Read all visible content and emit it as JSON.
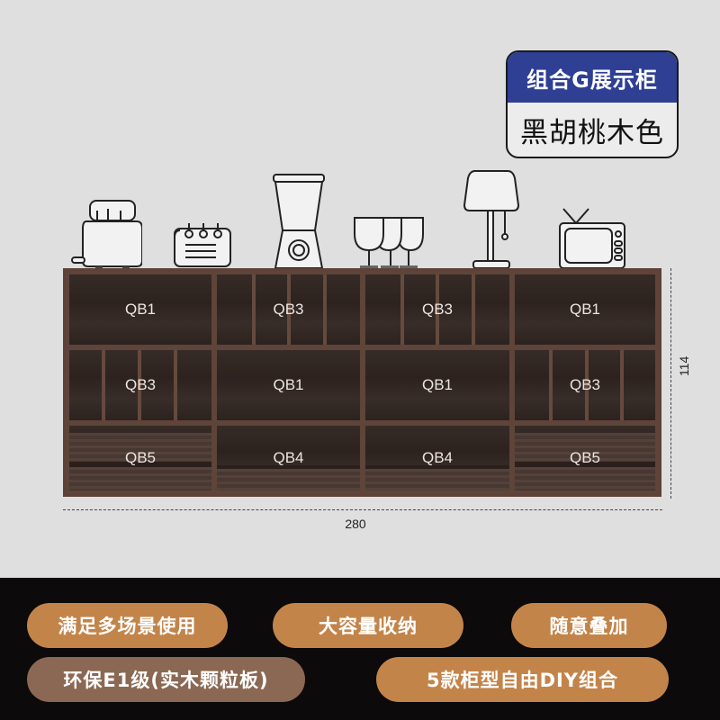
{
  "badge": {
    "title": "组合G展示柜",
    "color_name": "黑胡桃木色",
    "title_bg": "#2e3f94"
  },
  "appliances": [
    {
      "name": "toaster"
    },
    {
      "name": "oven"
    },
    {
      "name": "blender"
    },
    {
      "name": "wine-glasses"
    },
    {
      "name": "table-lamp"
    },
    {
      "name": "retro-tv"
    }
  ],
  "cabinet": {
    "rows": [
      [
        "QB1",
        "QB3",
        "QB3",
        "QB1"
      ],
      [
        "QB3",
        "QB1",
        "QB1",
        "QB3"
      ],
      [
        "QB5",
        "QB4",
        "QB4",
        "QB5"
      ]
    ],
    "r0": {
      "c0": "QB1",
      "c1": "QB3",
      "c2": "QB3",
      "c3": "QB1"
    },
    "r1": {
      "c0": "QB3",
      "c1": "QB1",
      "c2": "QB1",
      "c3": "QB3"
    },
    "r2": {
      "c0": "QB5",
      "c1": "QB4",
      "c2": "QB4",
      "c3": "QB5"
    }
  },
  "dimensions": {
    "width": "280",
    "height": "114"
  },
  "features": [
    {
      "label": "满足多场景使用",
      "style": "gold"
    },
    {
      "label": "大容量收纳",
      "style": "gold"
    },
    {
      "label": "随意叠加",
      "style": "gold"
    },
    {
      "label": "环保E1级(实木颗粒板)",
      "style": "brown"
    },
    {
      "label": "5款柜型自由DIY组合",
      "style": "gold"
    }
  ],
  "colors": {
    "wood_dark": "#2f2420",
    "wood_frame": "#5e4439",
    "pill_gold": "#c3844a",
    "pill_brown": "#8b6853",
    "band": "#0c0a0a"
  }
}
